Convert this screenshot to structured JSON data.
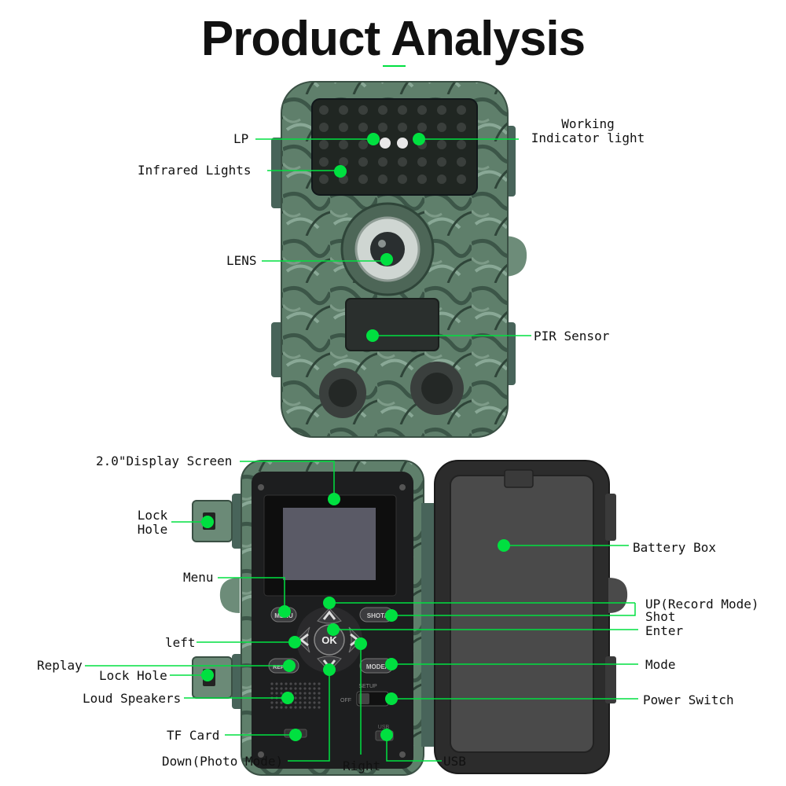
{
  "title": "Product Analysis",
  "colors": {
    "accent": "#00e040",
    "camo_dark": "#3f5a4c",
    "camo_mid": "#5f7f6b",
    "camo_light": "#89a896",
    "panel_black": "#1c1c1c",
    "screen_gray": "#5a5a66"
  },
  "front": {
    "lp": "LP",
    "working_indicator_line1": "Working",
    "working_indicator_line2": "Indicator light",
    "infrared_lights": "Infrared Lights",
    "lens": "LENS",
    "pir_sensor": "PIR Sensor"
  },
  "back": {
    "display_screen": "2.0\"Display Screen",
    "lock_hole_top_line1": "Lock",
    "lock_hole_top_line2": "Hole",
    "battery_box": "Battery Box",
    "menu": "Menu",
    "up_record_mode": "UP(Record Mode)",
    "shot": "Shot",
    "enter": "Enter",
    "left": "left",
    "replay": "Replay",
    "lock_hole_bottom": "Lock Hole",
    "mode": "Mode",
    "loud_speakers": "Loud Speakers",
    "power_switch": "Power Switch",
    "tf_card": "TF Card",
    "down_photo_mode": "Down(Photo Mode)",
    "right": "Right",
    "usb": "USB"
  },
  "buttons": {
    "menu": "MENU",
    "shot": "SHOT/",
    "ok": "OK",
    "replay": "REPLAY",
    "mode": "MODE/",
    "setup": "SETUP",
    "off": "OFF",
    "usb": "USB"
  }
}
